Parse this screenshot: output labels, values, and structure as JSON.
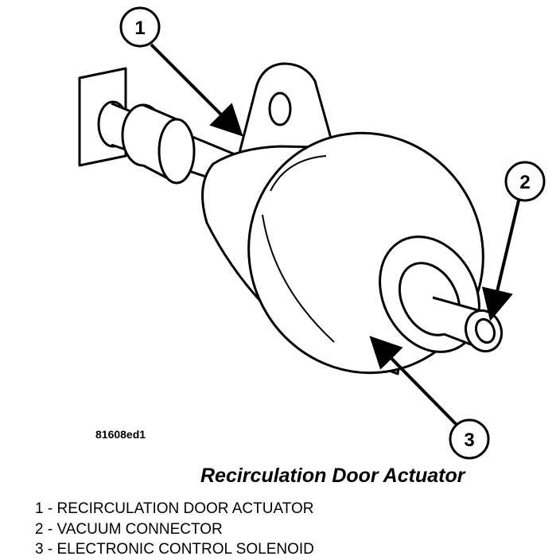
{
  "figure_id": "81608ed1",
  "title": "Recirculation Door Actuator",
  "callouts": [
    {
      "number": "1",
      "label": "RECIRCULATION DOOR ACTUATOR"
    },
    {
      "number": "2",
      "label": "VACUUM CONNECTOR"
    },
    {
      "number": "3",
      "label": "ELECTRONIC CONTROL SOLENOID"
    }
  ],
  "legend": [
    {
      "number": "1",
      "separator": " - ",
      "label": "RECIRCULATION DOOR ACTUATOR"
    },
    {
      "number": "2",
      "separator": " - ",
      "label": "VACUUM CONNECTOR"
    },
    {
      "number": "3",
      "separator": " - ",
      "label": "ELECTRONIC CONTROL SOLENOID"
    }
  ]
}
